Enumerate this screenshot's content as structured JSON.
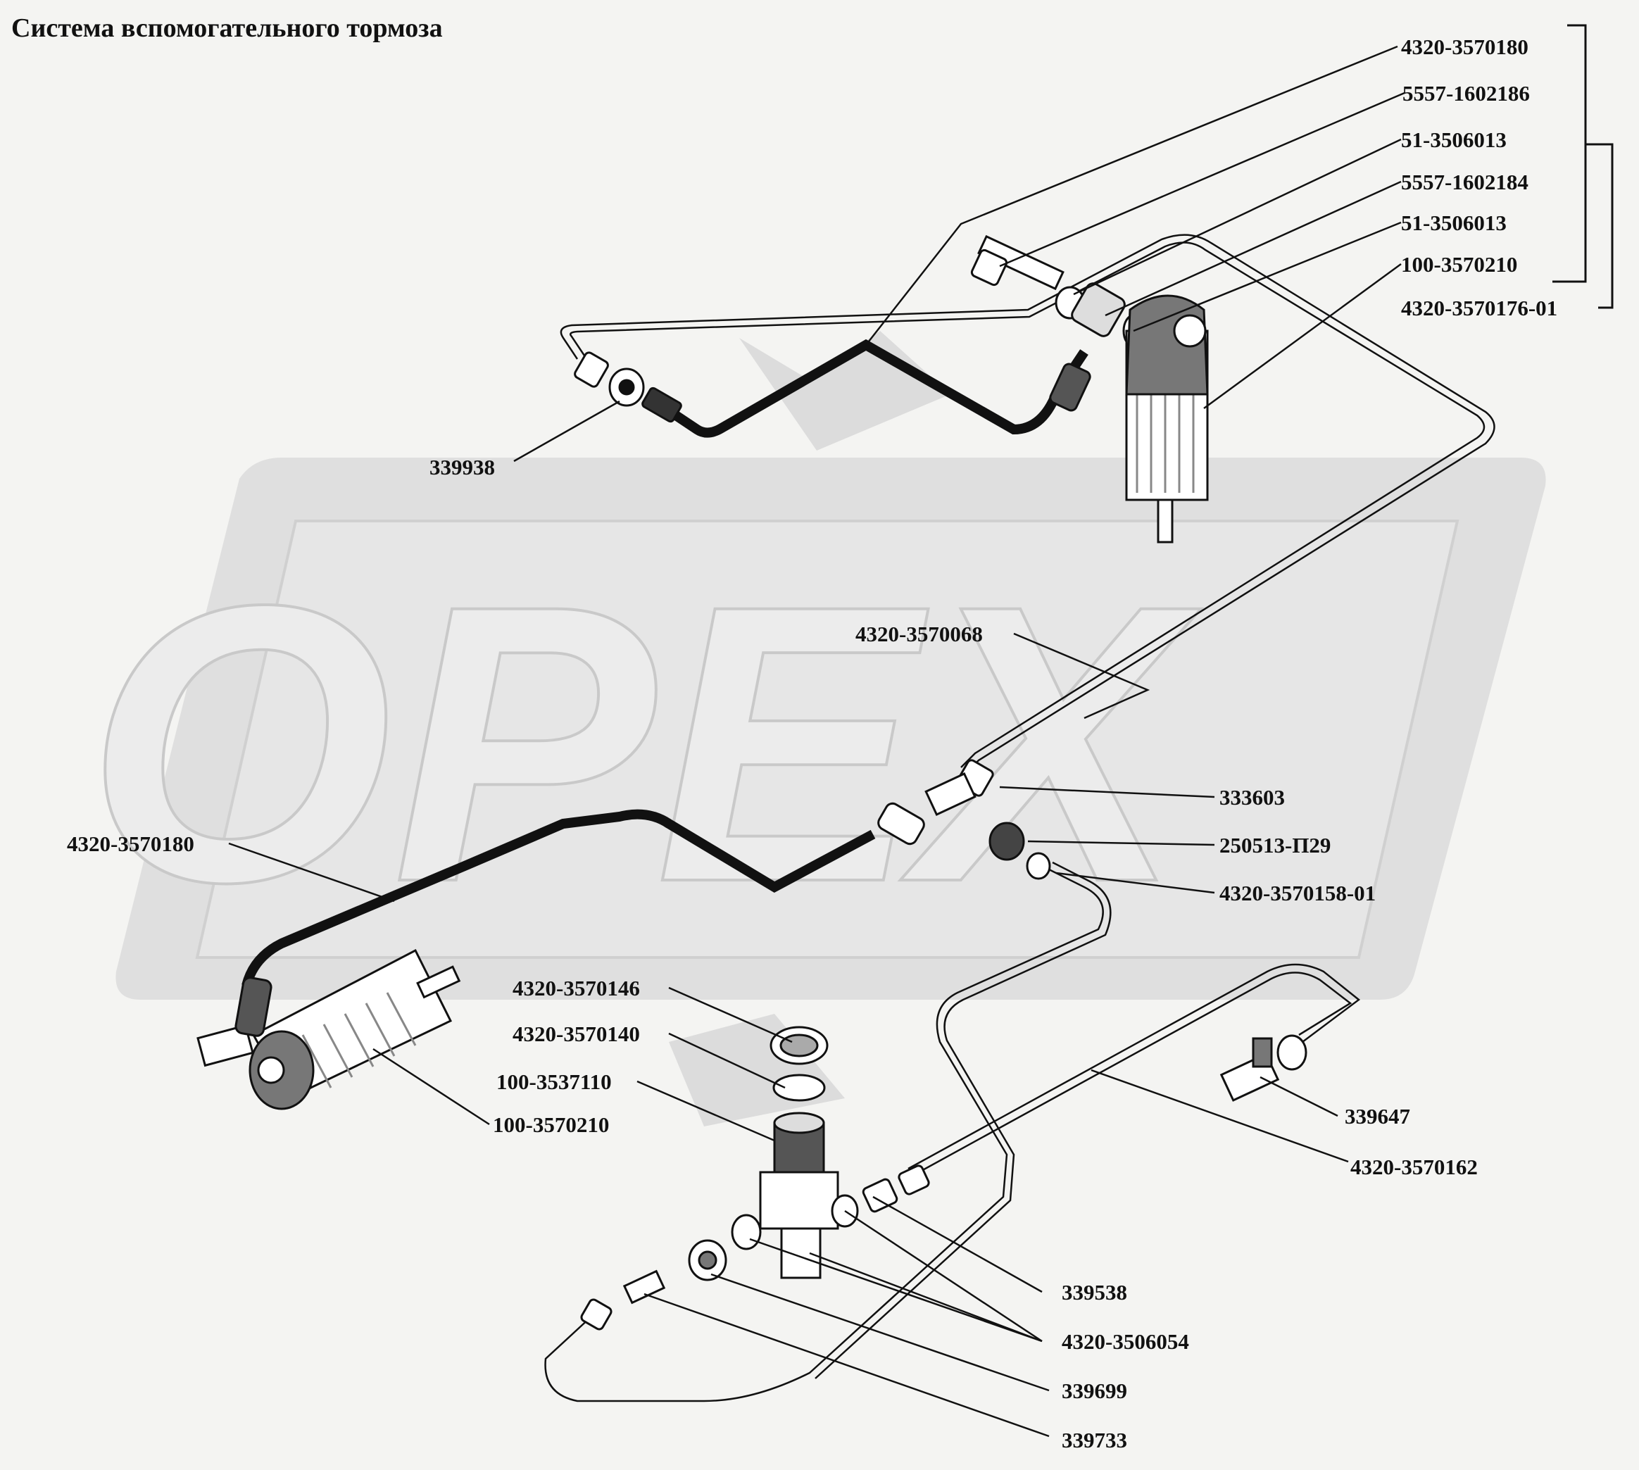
{
  "title": "Система вспомогательного тормоза",
  "watermark": {
    "text": "OPEX",
    "color": "#d6d6d6"
  },
  "colors": {
    "line": "#111111",
    "background": "#f4f4f2"
  },
  "callouts": [
    {
      "id": "c1",
      "text": "4320-3570180"
    },
    {
      "id": "c2",
      "text": "5557-1602186"
    },
    {
      "id": "c3",
      "text": "51-3506013"
    },
    {
      "id": "c4",
      "text": "5557-1602184"
    },
    {
      "id": "c5",
      "text": "51-3506013"
    },
    {
      "id": "c6",
      "text": "100-3570210"
    },
    {
      "id": "c7",
      "text": "4320-3570176-01"
    },
    {
      "id": "c8",
      "text": "339938"
    },
    {
      "id": "c9",
      "text": "4320-3570068"
    },
    {
      "id": "c10",
      "text": "333603"
    },
    {
      "id": "c11",
      "text": "250513-П29"
    },
    {
      "id": "c12",
      "text": "4320-3570158-01"
    },
    {
      "id": "c13",
      "text": "4320-3570180"
    },
    {
      "id": "c14",
      "text": "4320-3570146"
    },
    {
      "id": "c15",
      "text": "4320-3570140"
    },
    {
      "id": "c16",
      "text": "100-3537110"
    },
    {
      "id": "c17",
      "text": "100-3570210"
    },
    {
      "id": "c18",
      "text": "339647"
    },
    {
      "id": "c19",
      "text": "4320-3570162"
    },
    {
      "id": "c20",
      "text": "339538"
    },
    {
      "id": "c21",
      "text": "4320-3506054"
    },
    {
      "id": "c22",
      "text": "339699"
    },
    {
      "id": "c23",
      "text": "339733"
    }
  ]
}
